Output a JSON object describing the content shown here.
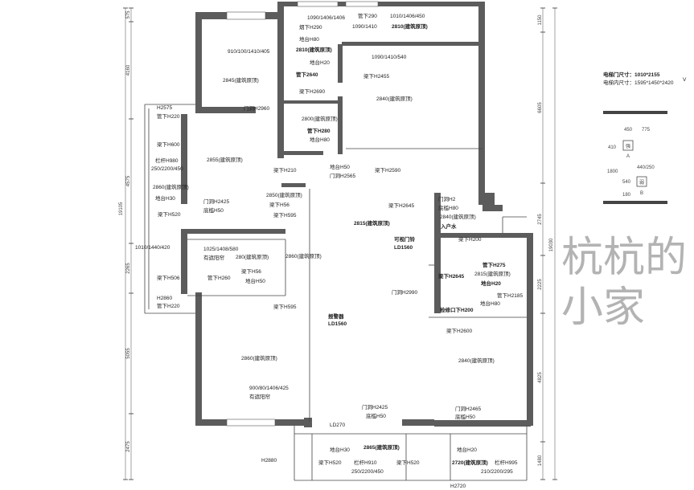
{
  "watermark": "杭杭的小家",
  "labels": [
    "1090/1406/1406",
    "烟下H290",
    "地台H80",
    "2810(建筑原顶)",
    "地台H20",
    "管下2640",
    "梁下H2690",
    "2800(建筑原顶)",
    "管下H280",
    "地台H80",
    "管下290",
    "1090/1410",
    "1010/1406/450",
    "2810(建筑原顶)",
    "1090/1410/540",
    "梁下H2455",
    "2840(建筑原顶)",
    "地台H50",
    "门洞H2565",
    "梁下H2590",
    "梁下H210",
    "910/100/1410/405",
    "2845(建筑原顶)",
    "门洞H2960",
    "H2575",
    "管下H220",
    "梁下H600",
    "栏杆H980",
    "250/2200/450",
    "2860(建筑原顶)",
    "地台H30",
    "梁下H520",
    "2855(建筑原顶)",
    "门洞H2425",
    "底槛H50",
    "2850(建筑原顶)",
    "梁下H56",
    "梁下H595",
    "1010/1440/420",
    "1025/1408/580",
    "有遮阳帘",
    "280(建筑原顶)",
    "管下H260",
    "梁下H56",
    "地台H50",
    "2860(建筑原顶)",
    "梁下H506",
    "H2860",
    "管下H220",
    "梁下H595",
    "2860(建筑原顶)",
    "900/80/1406/425",
    "有遮阳帘",
    "2815(建筑原顶)",
    "可视门铃",
    "LD1560",
    "报警器",
    "LD1560",
    "梁下H2645",
    "门洞H2990",
    "门洞H2",
    "底槛H80",
    "2840(建筑原顶)",
    "入户水",
    "梁下H200",
    "管下H275",
    "2815(建筑原顶)",
    "梁下H2645",
    "地台H20",
    "管下H2185",
    "地台H80",
    "检修口下H200",
    "梁下H2600",
    "2840(建筑原顶)",
    "门洞H2465",
    "底槛H50",
    "门洞H2425",
    "底槛H50",
    "LD270",
    "地台H30",
    "2865(建筑原顶)",
    "栏杆H910",
    "250/2200/450",
    "梁下H520",
    "梁下H520",
    "H2880",
    "H2720",
    "地台H20",
    "2720(建筑原顶)",
    "栏杆H995",
    "210/2200/295"
  ],
  "dimensions": {
    "left_segments": [
      "575",
      "4160",
      "4575",
      "2265",
      "5055",
      "2475"
    ],
    "left_total": "19105",
    "right_segments": [
      "1150",
      "6605",
      "2745",
      "2225",
      "4825",
      "1480"
    ],
    "right_total": "19030"
  },
  "elevator": {
    "door_size": "电梯门尺寸：1010*2155",
    "inner_size": "电梯内尺寸：1595*1450*2420",
    "detail_labels": [
      "450",
      "775",
      "410",
      "1800",
      "440/250",
      "540",
      "180"
    ],
    "box_labels": [
      "强",
      "弱"
    ],
    "markers": [
      "A",
      "B"
    ]
  },
  "edge_mark": "V"
}
